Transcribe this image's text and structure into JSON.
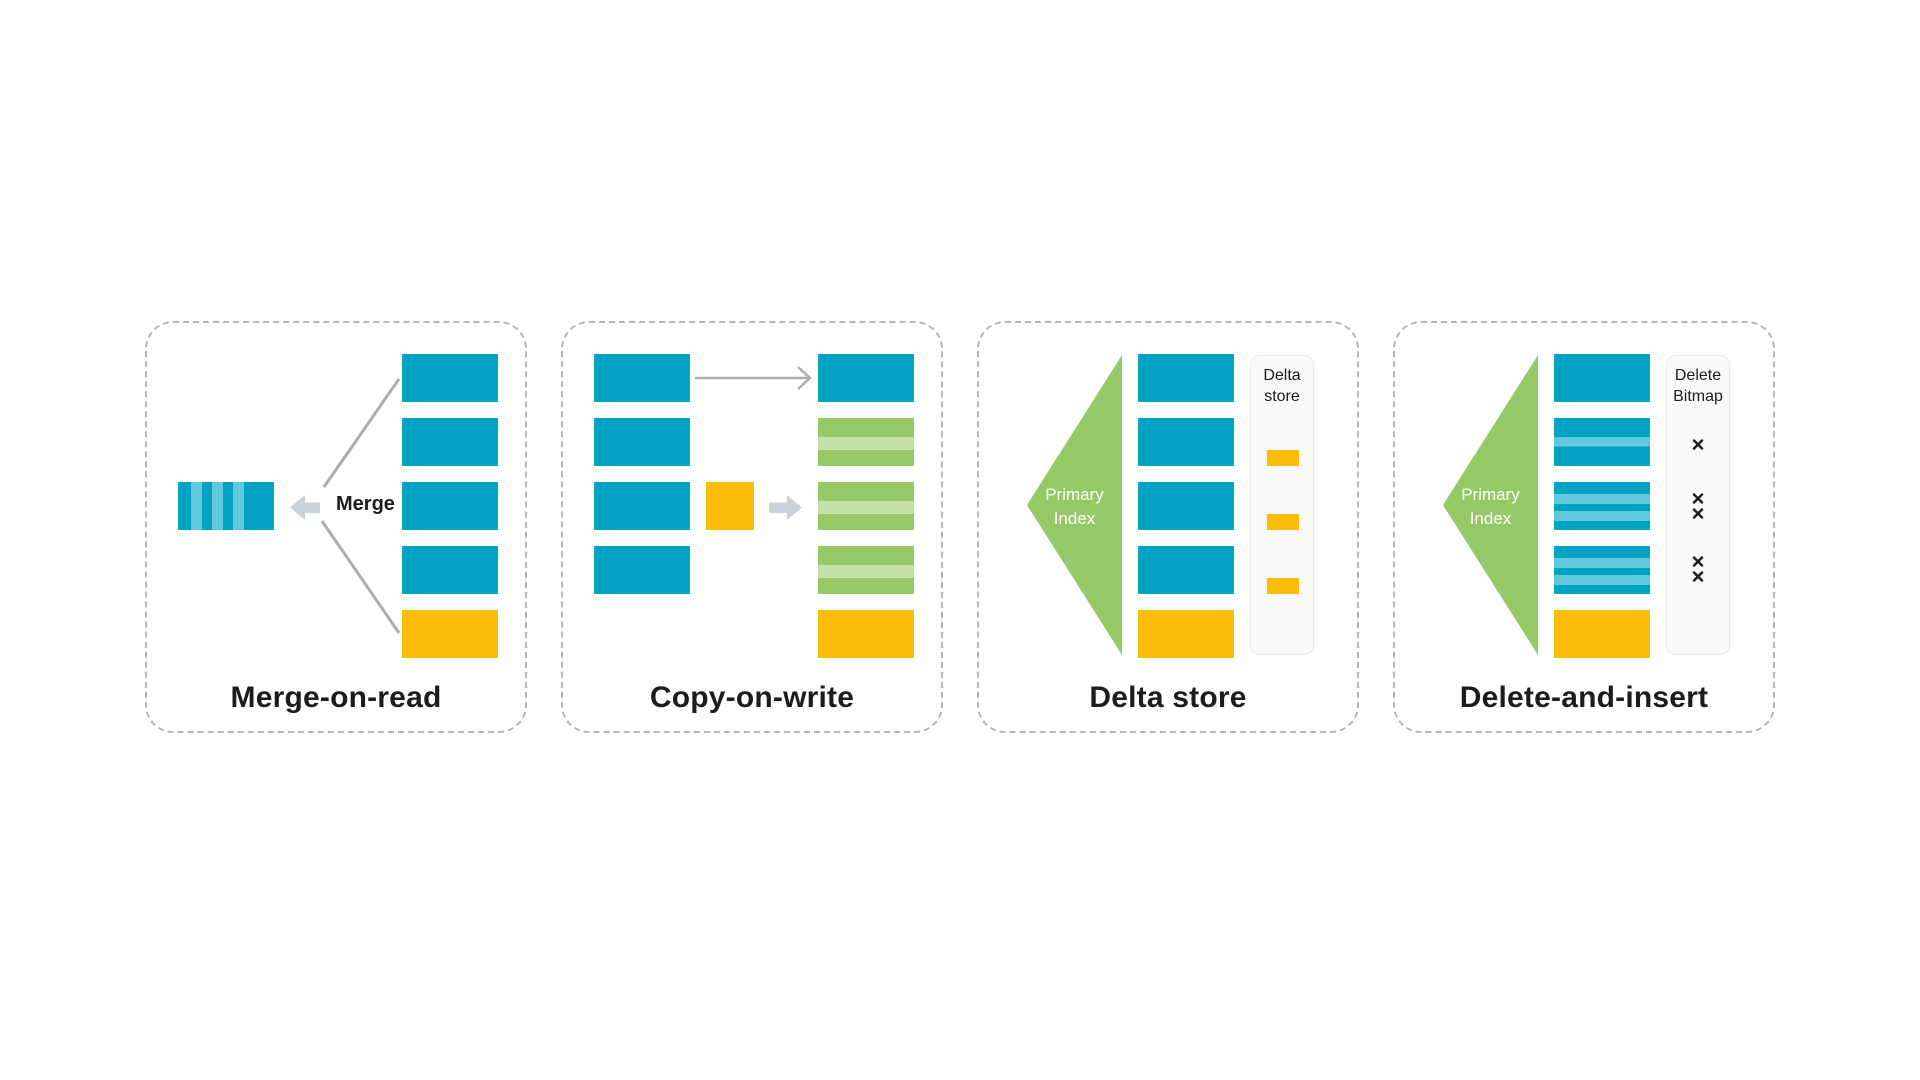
{
  "diagram": {
    "background": "#FFFFFF",
    "panels": [
      {
        "id": "merge-on-read",
        "title": "Merge-on-read",
        "labels": {
          "merge": "Merge"
        },
        "merged_block": "teal-with-vertical-light-stripes",
        "source_stack": [
          "teal",
          "teal",
          "teal",
          "teal",
          "yellow"
        ]
      },
      {
        "id": "copy-on-write",
        "title": "Copy-on-write",
        "left_stack": [
          "teal",
          "teal",
          "teal",
          "teal"
        ],
        "update_block": "yellow",
        "right_stack": [
          "teal",
          "green-striped",
          "green-striped",
          "green-striped",
          "yellow"
        ]
      },
      {
        "id": "delta-store",
        "title": "Delta store",
        "triangle_label": [
          "Primary",
          "Index"
        ],
        "main_stack": [
          "teal",
          "teal",
          "teal",
          "teal",
          "yellow"
        ],
        "side_panel": {
          "label": [
            "Delta",
            "store"
          ],
          "delta_entries": 3
        }
      },
      {
        "id": "delete-and-insert",
        "title": "Delete-and-insert",
        "triangle_label": [
          "Primary",
          "Index"
        ],
        "main_stack": [
          "teal",
          "teal-one-stripe",
          "teal-two-stripes",
          "teal-two-stripes",
          "yellow"
        ],
        "side_panel": {
          "label": [
            "Delete",
            "Bitmap"
          ],
          "x_marks_per_row": [
            0,
            1,
            2,
            2,
            0
          ]
        }
      }
    ]
  },
  "colors": {
    "teal": "#00A3C4",
    "teal_light": "#62C9DD",
    "yellow": "#FBBE06",
    "green": "#95C966",
    "green_light": "#C5E0A6",
    "connector_gray": "#ADADAD",
    "arrow_fill": "#C9D1DD",
    "panel_border": "#B6B6B6",
    "side_panel_bg": "#F8F9FA",
    "side_panel_border": "#E8EAED",
    "text_dark": "#1C1C1C",
    "text_white": "#FFFFFF"
  }
}
